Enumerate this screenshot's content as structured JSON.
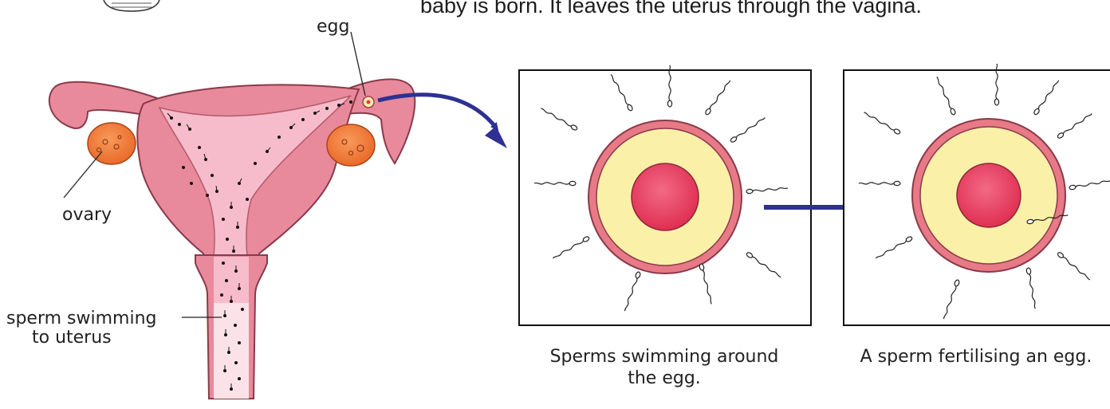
{
  "intro_text": "baby is born. It leaves the uterus through the vagina.",
  "labels": {
    "egg": "egg",
    "ovary": "ovary",
    "sperm_line1": "sperm swimming",
    "sperm_line2": "to uterus"
  },
  "captions": {
    "panel1_line1": "Sperms swimming around",
    "panel1_line2": "the egg.",
    "panel2": "A sperm fertilising an egg."
  },
  "colors": {
    "uterus": "#e88a9b",
    "uterus_inner": "#f5b8c8",
    "ovary": "#f07a3a",
    "egg_ring": "#e77a86",
    "egg_cytoplasm": "#faf0a8",
    "nucleus": "#e33b5a",
    "arrow": "#2e3192"
  }
}
